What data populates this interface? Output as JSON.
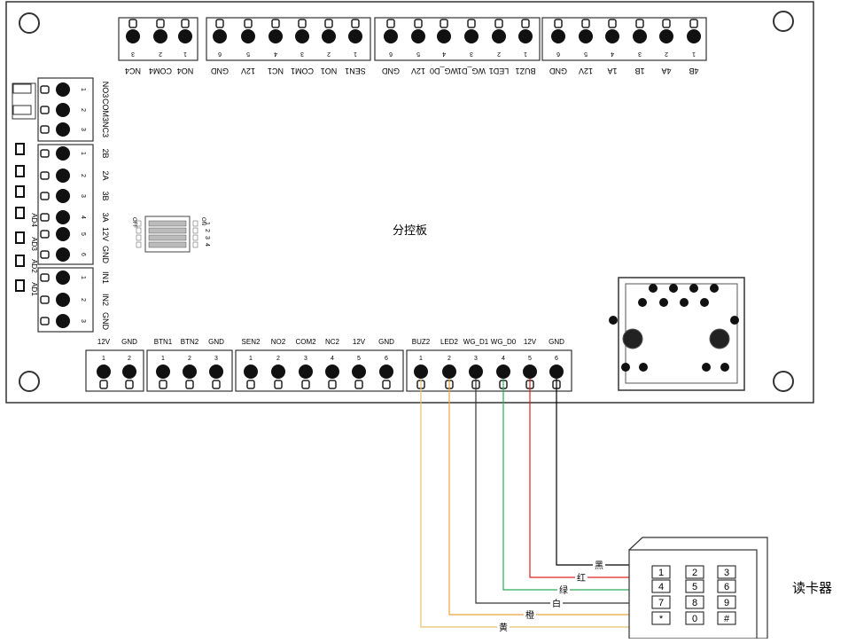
{
  "board": {
    "title": "分控板",
    "top_terminals": {
      "labels": [
        "NC4",
        "COM4",
        "NO4",
        "GND",
        "12V",
        "NC1",
        "COM1",
        "NO1",
        "SEN1",
        "GND",
        "12V",
        "WG_D0",
        "WG_D1",
        "LED1",
        "BUZ1",
        "GND",
        "12V",
        "1A",
        "1B",
        "4A",
        "4B"
      ],
      "pins": [
        "3",
        "2",
        "1",
        "6",
        "5",
        "4",
        "3",
        "2",
        "1",
        "6",
        "5",
        "4",
        "3",
        "2",
        "1",
        "6",
        "5",
        "4",
        "3",
        "2",
        "1"
      ]
    },
    "left_terminals": {
      "labels": [
        "NO3",
        "COM3",
        "NC3",
        "2B",
        "2A",
        "3B",
        "3A",
        "12V",
        "GND",
        "IN1",
        "IN2",
        "GND"
      ],
      "pins": [
        "1",
        "2",
        "3",
        "1",
        "2",
        "3",
        "4",
        "5",
        "6",
        "1",
        "2",
        "3"
      ]
    },
    "leds": [
      "AD4",
      "AD3",
      "AD2",
      "AD1"
    ],
    "dip_switch": {
      "on_label": "ON",
      "off_label": "OFF",
      "numbers": [
        "1",
        "2",
        "3",
        "4"
      ]
    },
    "bottom_terminals": {
      "labels": [
        "12V",
        "GND",
        "BTN1",
        "BTN2",
        "GND",
        "SEN2",
        "NO2",
        "COM2",
        "NC2",
        "12V",
        "GND",
        "BUZ2",
        "LED2",
        "WG_D1",
        "WG_D0",
        "12V",
        "GND"
      ],
      "pins": [
        "1",
        "2",
        "1",
        "2",
        "3",
        "1",
        "2",
        "3",
        "4",
        "5",
        "6",
        "1",
        "2",
        "3",
        "4",
        "5",
        "6"
      ]
    }
  },
  "wires": [
    {
      "label": "黑",
      "terminal": "GND",
      "color": "#000000"
    },
    {
      "label": "红",
      "terminal": "12V",
      "color": "#e02020"
    },
    {
      "label": "绿",
      "terminal": "WG_D0",
      "color": "#2eaa5a"
    },
    {
      "label": "白",
      "terminal": "WG_D1",
      "color": "#333333"
    },
    {
      "label": "橙",
      "terminal": "LED2",
      "color": "#e8a440"
    },
    {
      "label": "黄",
      "terminal": "BUZ2",
      "color": "#e8c070"
    }
  ],
  "reader": {
    "title": "读卡器",
    "keys": [
      "1",
      "2",
      "3",
      "4",
      "5",
      "6",
      "7",
      "8",
      "9",
      "*",
      "0",
      "#"
    ]
  }
}
